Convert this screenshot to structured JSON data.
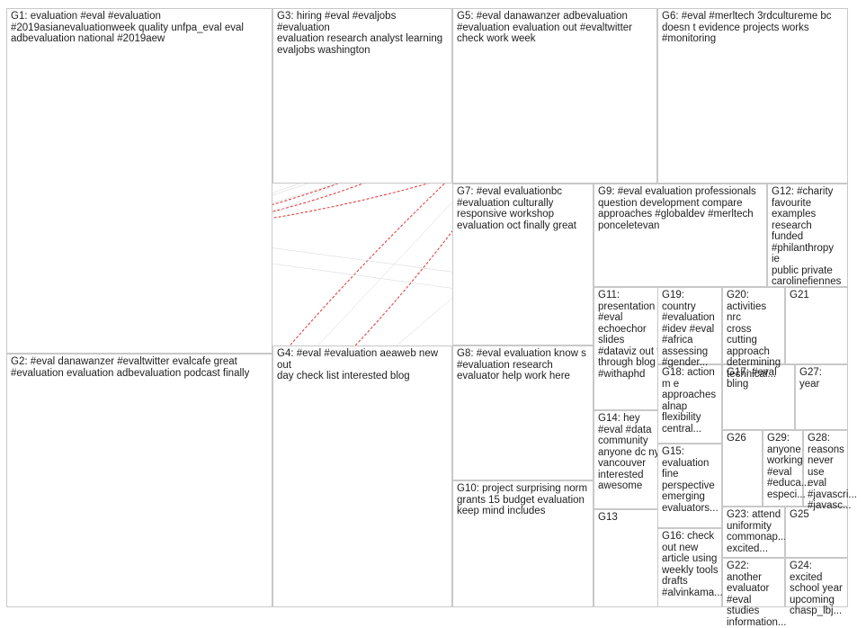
{
  "groups": [
    {
      "id": "G1",
      "label": "G1: evaluation #eval #evaluation\n#2019asianevaluationweek quality unfpa_eval eval\nadbevaluation national #2019aew",
      "color": "#1b2a7a"
    },
    {
      "id": "G2",
      "label": "G2: #eval danawanzer #evaltwitter evalcafe great\n#evaluation evaluation adbevaluation podcast finally",
      "color": "#1f6fa3"
    },
    {
      "id": "G3",
      "label": "G3: hiring #eval #evaljobs #evaluation\nevaluation research analyst learning\nevaljobs washington",
      "color": "#1f7a4a"
    },
    {
      "id": "G4",
      "label": "G4: #eval #evaluation aeaweb new out\nday check list interested blog",
      "color": "#2e8b2e"
    },
    {
      "id": "G5",
      "label": "G5: #eval danawanzer adbevaluation\n#evaluation evaluation out #evaltwitter\ncheck work week",
      "color": "#8b1a2b"
    },
    {
      "id": "G6",
      "label": "G6: #eval #merltech 3rdcultureme bc\ndoesn t evidence projects works\n#monitoring",
      "color": "#c8781a"
    },
    {
      "id": "G7",
      "label": "G7: #eval evaluationbc\n#evaluation culturally\nresponsive workshop\nevaluation oct finally great",
      "color": "#c9a21a"
    },
    {
      "id": "G8",
      "label": "G8: #eval evaluation know s\n#evaluation research\nevaluator help work here",
      "color": "#9aa81a"
    },
    {
      "id": "G9",
      "label": "G9: #eval evaluation professionals\nquestion development compare\napproaches #globaldev #merltech\nponceletevan",
      "color": "#b0287a"
    },
    {
      "id": "G10",
      "label": "G10: project surprising norm\ngrants 15 budget evaluation\nkeep mind includes",
      "color": "#6a2a7a"
    },
    {
      "id": "G11",
      "label": "G11:\npresentation\n#eval\nechoechor\nslides\n#dataviz out t\nthrough blog\n#withaphd",
      "color": "#7a5ab0"
    },
    {
      "id": "G12",
      "label": "G12: #charity\nfavourite\nexamples\nresearch funded\n#philanthropy ie\npublic private\ncarolinefiennes",
      "color": "#2a8a3a"
    },
    {
      "id": "G13",
      "label": "G13",
      "color": "#5a2a7a"
    },
    {
      "id": "G14",
      "label": "G14: hey\n#eval #data\ncommunity\nanyone dc ny\nvancouver\ninterested\nawesome",
      "color": "#3a3a9a"
    },
    {
      "id": "G15",
      "label": "G15:\nevaluation\nfine\nperspective\nemerging\nevaluators...",
      "color": "#2a7a9a"
    },
    {
      "id": "G16",
      "label": "G16: check\nout new\narticle using\nweekly tools\ndrafts\n#alvinkama...",
      "color": "#3a5a9a"
    },
    {
      "id": "G17",
      "label": "G17: #eval\nbling",
      "color": "#9a2a3a"
    },
    {
      "id": "G18",
      "label": "G18: action\nm e\napproaches\nalnap\nflexibility\ncentral...",
      "color": "#6a6a2a"
    },
    {
      "id": "G19",
      "label": "G19: country\n#evaluation\n#idev #eval\n#africa\nassessing\n#gender...",
      "color": "#2a6a8a"
    },
    {
      "id": "G20",
      "label": "G20:\nactivities nrc\ncross cutting\napproach\ndetermining\ntechnical...",
      "color": "#4a4a8a"
    },
    {
      "id": "G21",
      "label": "G21",
      "color": "#9a2a8a"
    },
    {
      "id": "G22",
      "label": "G22: another\nevaluator\n#eval studies\ninformation...",
      "color": "#2a5a8a"
    },
    {
      "id": "G23",
      "label": "G23: attend\nuniformity\ncommonap...\nexcited...",
      "color": "#5a5a5a"
    },
    {
      "id": "G24",
      "label": "G24: excited\nschool year\nupcoming\nchasp_lbj...",
      "color": "#8a6a2a"
    },
    {
      "id": "G25",
      "label": "G25",
      "color": "#2a2a6a"
    },
    {
      "id": "G26",
      "label": "G26",
      "color": "#2a6a6a"
    },
    {
      "id": "G27",
      "label": "G27: year",
      "color": "#2a8a6a"
    },
    {
      "id": "G28",
      "label": "G28:\nreasons\nnever\nuse eval\n#javascri...\n#javasc...",
      "color": "#4a4a4a"
    },
    {
      "id": "G29",
      "label": "G29:\nanyone\nworking\n#eval\n#educa...\nespeci...",
      "color": "#8a2a6a"
    }
  ]
}
